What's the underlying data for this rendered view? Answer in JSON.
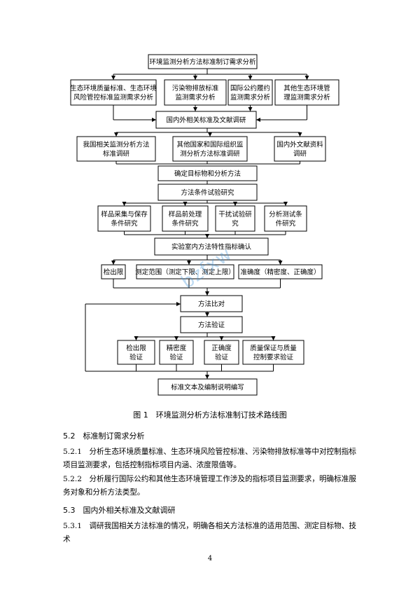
{
  "flowchart": {
    "n1": [
      "环境监测分析方法标准制订需求分析"
    ],
    "n2a": [
      "生态环境质量标准、生态环境",
      "风险管控标准监测需求分析"
    ],
    "n2b": [
      "污染物排放标准",
      "监测需求分析"
    ],
    "n2c": [
      "国际公约履约",
      "监测需求分析"
    ],
    "n2d": [
      "其他生态环境管",
      "理监测需求分析"
    ],
    "n3": [
      "国内外相关标准及文献调研"
    ],
    "n4a": [
      "我国相关监测分析方法",
      "标准调研"
    ],
    "n4b": [
      "其他国家和国际组织监",
      "测分析方法标准调研"
    ],
    "n4c": [
      "国内外文献资料",
      "调研"
    ],
    "n5": [
      "确定目标物和分析方法"
    ],
    "n6": [
      "方法条件试验研究"
    ],
    "n7a": [
      "样品采集与保存",
      "条件研究"
    ],
    "n7b": [
      "样品前处理",
      "条件研究"
    ],
    "n7c": [
      "干扰试验研",
      "究"
    ],
    "n7d": [
      "分析测试条",
      "件研究"
    ],
    "n8": [
      "实验室内方法特性指标确认"
    ],
    "n9a": [
      "检出限"
    ],
    "n9b": [
      "测定范围（测定下限、测定上限）"
    ],
    "n9c": [
      "准确度（精密度、正确度）"
    ],
    "n10": [
      "方法比对"
    ],
    "n11": [
      "方法验证"
    ],
    "n12a": [
      "检出限",
      "验证"
    ],
    "n12b": [
      "精密度",
      "验证"
    ],
    "n12c": [
      "正确度",
      "验证"
    ],
    "n12d": [
      "质量保证与质量",
      "控制要求验证"
    ],
    "n13": [
      "标准文本及编制说明编写"
    ]
  },
  "figure_caption": "图 1　环境监测分析方法标准制订技术路线图",
  "watermark_text": "bzfxw",
  "sections": {
    "s52_heading": "5.2　标准制订需求分析",
    "p521": "5.2.1　分析生态环境质量标准、生态环境风险管控标准、污染物排放标准等中对控制指标项目监测要求，包括控制指标项目内涵、浓度限值等。",
    "p522": "5.2.2　分析履行国际公约和其他生态环境管理工作涉及的指标项目监测要求，明确标准服务对象和分析方法类型。",
    "s53_heading": "5.3　国内外相关标准及文献调研",
    "p531": "5.3.1　调研我国相关方法标准的情况，明确各相关方法标准的适用范围、测定目标物、技术"
  },
  "page_number": "4"
}
